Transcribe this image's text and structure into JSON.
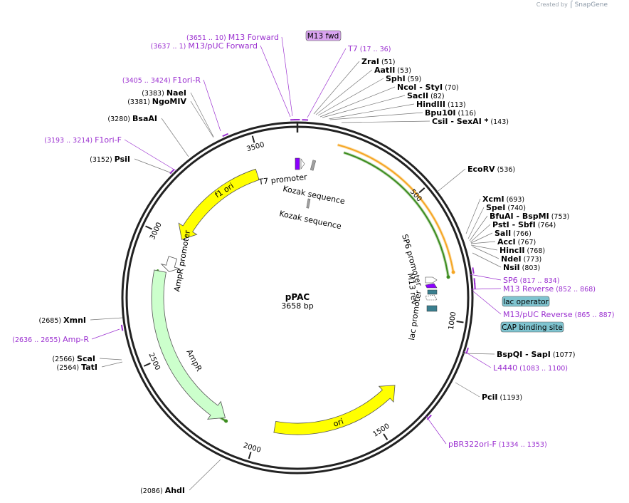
{
  "watermark": {
    "created_by": "Created by",
    "brand": "SnapGene"
  },
  "plasmid": {
    "name": "pPAC",
    "length_label": "3658 bp",
    "length": 3658
  },
  "scale_labels": [
    {
      "value": 500,
      "label": "500"
    },
    {
      "value": 1000,
      "label": "1000"
    },
    {
      "value": 1500,
      "label": "1500"
    },
    {
      "value": 2000,
      "label": "2000"
    },
    {
      "value": 2500,
      "label": "2500"
    },
    {
      "value": 3000,
      "label": "3000"
    },
    {
      "value": 3500,
      "label": "3500"
    }
  ],
  "features": [
    {
      "name": "f1 ori",
      "label": "f1 ori",
      "type": "arrow",
      "start": 3475,
      "end": 3015,
      "color": "#ffff00"
    },
    {
      "name": "AmpR promoter",
      "label": "AmpR promoter",
      "type": "arrow",
      "start": 2925,
      "end": 2860,
      "color": "#ffffff"
    },
    {
      "name": "AmpR",
      "label": "AmpR",
      "type": "arrow",
      "start": 2855,
      "end": 2145,
      "color": "#ccffcc"
    },
    {
      "name": "ori",
      "label": "ori",
      "type": "arrow",
      "start": 1930,
      "end": 1340,
      "color": "#ffff00"
    },
    {
      "name": "T7 promoter",
      "label": "T7 promoter",
      "type": "small",
      "color": "#8b00ff"
    },
    {
      "name": "Kozak sequence",
      "label": "Kozak sequence",
      "type": "small",
      "color": "#a0a0a0"
    },
    {
      "name": "Kozak sequence 2",
      "label": "Kozak sequence",
      "type": "small",
      "color": "#a0a0a0"
    },
    {
      "name": "SP6 promoter",
      "label": "SP6 promoter",
      "type": "small",
      "color": "#ffffff"
    },
    {
      "name": "M13 rev",
      "label": "M13 rev",
      "type": "small",
      "color": "#8b00ff"
    },
    {
      "name": "lac promoter",
      "label": "lac promoter",
      "type": "small",
      "color": "#ffffff"
    }
  ],
  "orf_tracks": [
    {
      "name": "orange-orf",
      "start": 150,
      "end": 820,
      "color": "#f5a623"
    },
    {
      "name": "green-orf-inner",
      "start": 180,
      "end": 835,
      "color": "#3c8c1e"
    },
    {
      "name": "green-orf-ampr",
      "start": 2860,
      "end": 2135,
      "color": "#3c8c1e"
    }
  ],
  "enzymes": [
    {
      "name": "ZraI",
      "pos": "(51)"
    },
    {
      "name": "AatII",
      "pos": "(53)"
    },
    {
      "name": "SphI",
      "pos": "(59)"
    },
    {
      "name": "NcoI",
      "extra": " - StyI",
      "pos": "(70)"
    },
    {
      "name": "SacII",
      "pos": "(82)"
    },
    {
      "name": "HindIII",
      "pos": "(113)"
    },
    {
      "name": "Bpu10I",
      "pos": "(116)"
    },
    {
      "name": "CsiI",
      "extra": " - SexAI *",
      "pos": "(143)"
    },
    {
      "name": "EcoRV",
      "pos": "(536)"
    },
    {
      "name": "XcmI",
      "pos": "(693)"
    },
    {
      "name": "SpeI",
      "pos": "(740)"
    },
    {
      "name": "BfuAI",
      "extra": " - BspMI",
      "pos": "(753)"
    },
    {
      "name": "PstI",
      "extra": " - SbfI",
      "pos": "(764)"
    },
    {
      "name": "SalI",
      "pos": "(766)"
    },
    {
      "name": "AccI",
      "pos": "(767)"
    },
    {
      "name": "HincII",
      "pos": "(768)"
    },
    {
      "name": "NdeI",
      "pos": "(773)"
    },
    {
      "name": "NsiI",
      "pos": "(803)"
    },
    {
      "name": "BspQI",
      "extra": " - SapI",
      "pos": "(1077)"
    },
    {
      "name": "PciI",
      "pos": "(1193)"
    },
    {
      "name": "AhdI",
      "pos": "(2086)"
    },
    {
      "name": "TatI",
      "pos": "(2564)"
    },
    {
      "name": "ScaI",
      "pos": "(2566)"
    },
    {
      "name": "XmnI",
      "pos": "(2685)"
    },
    {
      "name": "PsiI",
      "pos": "(3152)"
    },
    {
      "name": "BsaAI",
      "pos": "(3280)"
    },
    {
      "name": "NgoMIV",
      "pos": "(3381)"
    },
    {
      "name": "NaeI",
      "pos": "(3383)"
    }
  ],
  "primers": [
    {
      "name": "M13 Forward",
      "range": "(3651 .. 10)"
    },
    {
      "name": "M13/pUC Forward",
      "range": "(3637 .. 1)"
    },
    {
      "name": "T7",
      "range": "(17 .. 36)"
    },
    {
      "name": "F1ori-R",
      "range": "(3405 .. 3424)"
    },
    {
      "name": "F1ori-F",
      "range": "(3193 .. 3214)"
    },
    {
      "name": "SP6",
      "range": "(817 .. 834)"
    },
    {
      "name": "M13 Reverse",
      "range": "(852 .. 868)"
    },
    {
      "name": "M13/pUC Reverse",
      "range": "(865 .. 887)"
    },
    {
      "name": "L4440",
      "range": "(1083 .. 1100)"
    },
    {
      "name": "pBR322ori-F",
      "range": "(1334 .. 1353)"
    },
    {
      "name": "Amp-R",
      "range": "(2636 .. 2655)"
    }
  ],
  "boxed_labels": [
    {
      "name": "M13 fwd",
      "color": "#d9a3f0"
    },
    {
      "name": "lac operator",
      "color": "#7fc4d0"
    },
    {
      "name": "CAP binding site",
      "color": "#7fc4d0"
    }
  ],
  "colors": {
    "primer": "#9b30d0",
    "enzyme": "#000000",
    "backbone": "#222222"
  }
}
